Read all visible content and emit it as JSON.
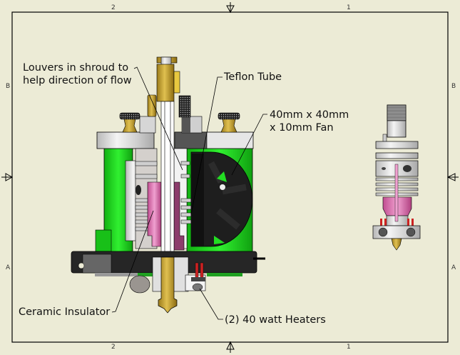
{
  "drawing": {
    "type": "CAD assembly section view",
    "subject": "Hot end assembly with cooling fan",
    "background_color": "#ecebd6",
    "border_color": "#000000"
  },
  "zones": {
    "top": [
      "2",
      "1"
    ],
    "bottom": [
      "2",
      "1"
    ],
    "left": [
      "B",
      "A"
    ],
    "right": [
      "B",
      "A"
    ]
  },
  "callouts": [
    {
      "id": "louvers",
      "lines": [
        "Louvers in shroud to",
        "help direction of flow"
      ]
    },
    {
      "id": "teflon",
      "lines": [
        "Teflon Tube"
      ]
    },
    {
      "id": "fan",
      "lines": [
        "40mm x 40mm",
        "x 10mm Fan"
      ]
    },
    {
      "id": "ceramic",
      "lines": [
        "Ceramic Insulator"
      ]
    },
    {
      "id": "heaters",
      "lines": [
        "(2) 40 watt Heaters"
      ]
    }
  ],
  "colors": {
    "shroud_green": "#22dd22",
    "brass": "#c8a83c",
    "ceramic_pink": "#e080c0",
    "aluminum": "#d8d8d8",
    "fan_black": "#1e1e1e",
    "heater_red": "#cc2222",
    "dark_plate": "#2a2a2a"
  }
}
